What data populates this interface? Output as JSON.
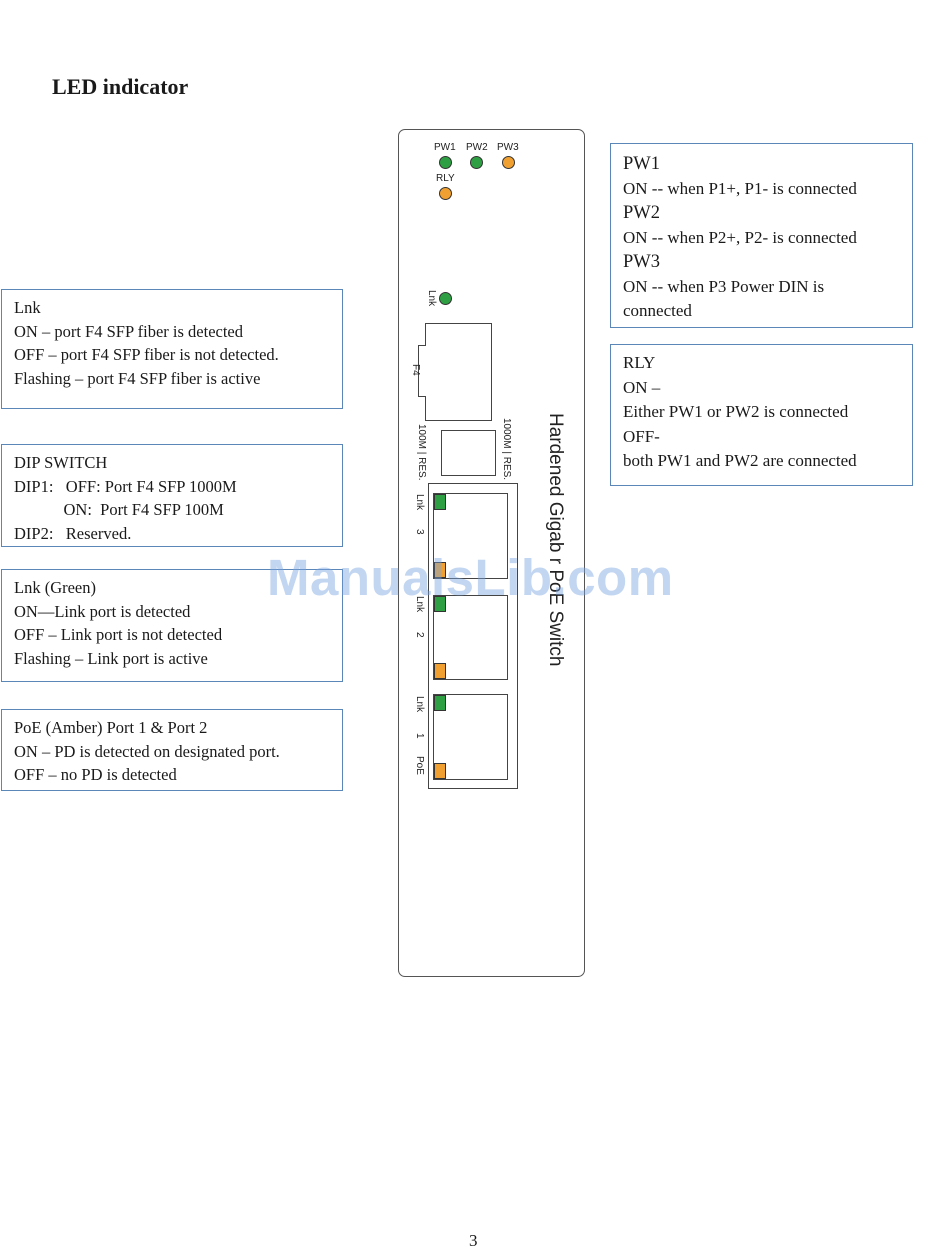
{
  "heading": "LED indicator",
  "left_boxes": [
    {
      "lines": [
        "Lnk",
        "ON – port F4 SFP fiber is detected",
        "OFF – port F4 SFP fiber is not detected.",
        "Flashing – port F4 SFP fiber is active"
      ]
    },
    {
      "lines": [
        "DIP SWITCH",
        "DIP1:   OFF: Port F4 SFP 1000M",
        "            ON:  Port F4 SFP 100M",
        "DIP2:   Reserved."
      ]
    },
    {
      "lines": [
        "Lnk (Green)",
        "ON—Link port is detected",
        "OFF – Link port is not detected",
        "Flashing – Link port is active"
      ]
    },
    {
      "lines": [
        "PoE (Amber) Port 1 & Port 2",
        "ON – PD is detected on designated port.",
        "OFF – no PD is detected"
      ]
    }
  ],
  "right_boxes": {
    "power": {
      "pw1_title": "PW1",
      "pw1_text": "ON -- when P1+, P1- is connected",
      "pw2_title": "PW2",
      "pw2_text": "ON -- when P2+, P2- is connected",
      "pw3_title": "PW3",
      "pw3_text": "ON -- when P3 Power DIN is",
      "pw3_text2": "connected"
    },
    "relay": {
      "lines": [
        "RLY",
        "ON –",
        "Either PW1 or PW2 is connected",
        "OFF-",
        "both PW1 and PW2 are connected"
      ]
    }
  },
  "device": {
    "led_labels": [
      "PW1",
      "PW2",
      "PW3",
      "RLY"
    ],
    "lnk_label": "Lnk",
    "f4_label": "F4",
    "dip_left": "100M | RES.",
    "dip_right": "1000M | RES.",
    "port_labels": [
      "Lnk",
      "3",
      "Lnk",
      "2",
      "Lnk",
      "1",
      "PoE"
    ],
    "title": "Hardened Gigab r PoE Switch",
    "colors": {
      "green": "#2ea043",
      "amber": "#f0a030"
    }
  },
  "watermark": "ManualsLib.com",
  "page_number": "3"
}
